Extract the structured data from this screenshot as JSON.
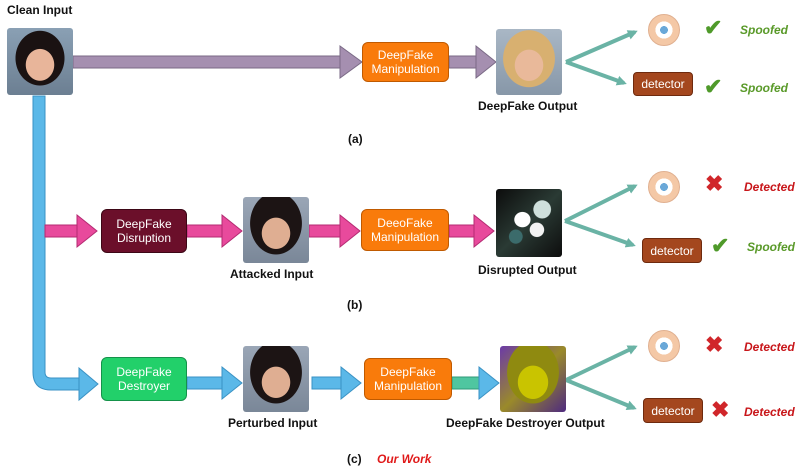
{
  "clean_input_label": "Clean Input",
  "row_a": {
    "manipulation_label": "DeepFake\nManipulation",
    "output_label": "DeepFake Output",
    "panel_label": "(a)",
    "human_result": "Spoofed",
    "detector_label": "detector",
    "detector_result": "Spoofed"
  },
  "row_b": {
    "disruption_label": "DeepFake\nDisruption",
    "attacked_label": "Attacked Input",
    "manipulation_label": "DeeoFake\nManipulation",
    "output_label": "Disrupted Output",
    "panel_label": "(b)",
    "human_result": "Detected",
    "detector_label": "detector",
    "detector_result": "Spoofed"
  },
  "row_c": {
    "destroyer_label": "DeepFake\nDestroyer",
    "perturbed_label": "Perturbed Input",
    "manipulation_label": "DeepFake\nManipulation",
    "output_label": "DeepFake Destroyer Output",
    "panel_label": "(c)",
    "our_work": "Our Work",
    "human_result": "Detected",
    "detector_label": "detector",
    "detector_result": "Detected"
  },
  "colors": {
    "clean_arrow": "#a58fb0",
    "branch_arrow": "#5bb8e8",
    "disruption_arrow": "#e84a9c",
    "result_arrow": "#6ab3a5",
    "destroyer_to_manip_arrow": "#5bb8e8",
    "manip_to_output_c": "#4fc6a0",
    "orange": "#f97b0b",
    "maroon": "#6b0f2a",
    "green": "#22d06a",
    "detector": "#a4471e",
    "spoofed": "#5a9a2a",
    "detected": "#c8161a"
  },
  "icons": {
    "human_eye": "eye-icon",
    "check": "check-icon",
    "cross": "cross-icon"
  }
}
